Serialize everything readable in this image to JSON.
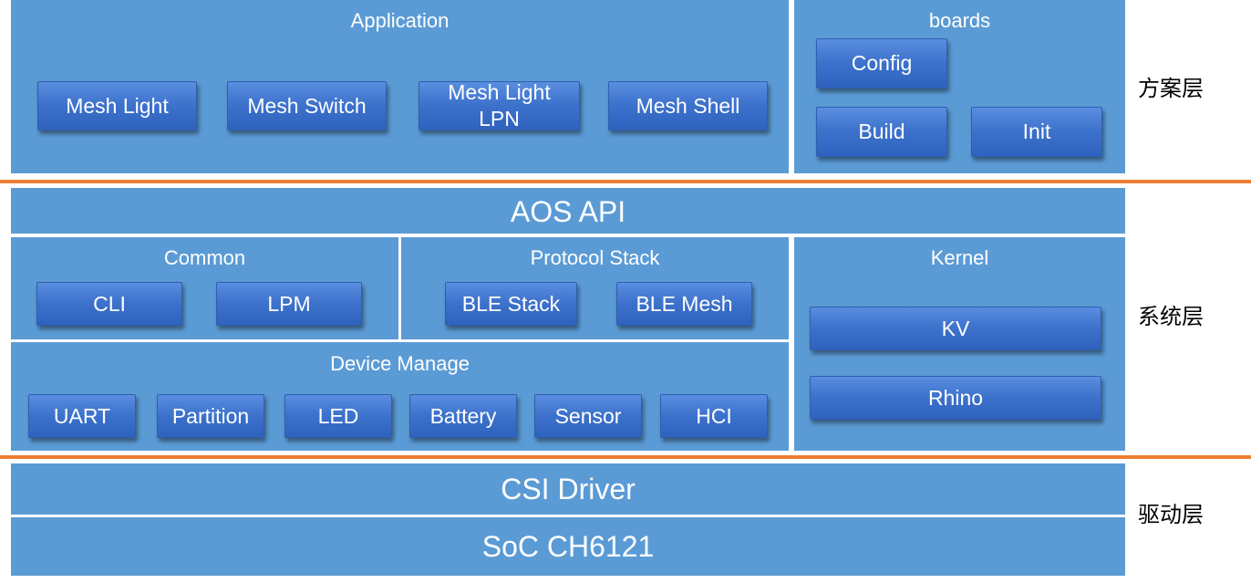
{
  "app_layer": {
    "title": "Application",
    "items": [
      "Mesh Light",
      "Mesh Switch",
      "Mesh Light\nLPN",
      "Mesh Shell"
    ]
  },
  "boards": {
    "title": "boards",
    "items": [
      "Config",
      "Build",
      "Init"
    ]
  },
  "aos_api": {
    "title": "AOS API"
  },
  "common": {
    "title": "Common",
    "items": [
      "CLI",
      "LPM"
    ]
  },
  "protocol_stack": {
    "title": "Protocol Stack",
    "items": [
      "BLE Stack",
      "BLE Mesh"
    ]
  },
  "kernel": {
    "title": "Kernel",
    "items": [
      "KV",
      "Rhino"
    ]
  },
  "device_manage": {
    "title": "Device Manage",
    "items": [
      "UART",
      "Partition",
      "LED",
      "Battery",
      "Sensor",
      "HCI"
    ]
  },
  "driver": {
    "title": "CSI Driver"
  },
  "soc": {
    "title": "SoC CH6121"
  },
  "layers": {
    "solution": "方案层",
    "system": "系统层",
    "driver": "驱动层"
  },
  "colors": {
    "panel": "#5b9bd5",
    "button": "#3d72cc",
    "divider": "#ed7d31"
  }
}
